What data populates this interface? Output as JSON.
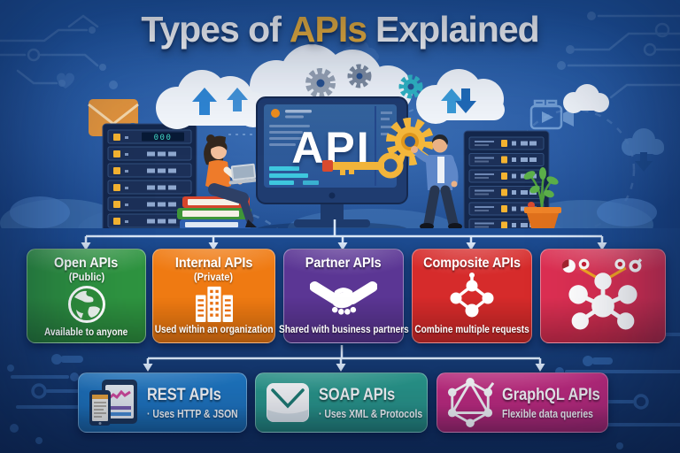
{
  "title": {
    "prefix": "Types of",
    "highlight": "APIs",
    "suffix": "Explained"
  },
  "hero": {
    "monitor_label": "API",
    "server_display": "000"
  },
  "colors": {
    "background_top": "#1f57a4",
    "background_bottom": "#102c5a",
    "title_highlight": "#f2b43a",
    "connector": "#d9e6f6",
    "accent_yellow": "#f2b43a"
  },
  "api_types": [
    {
      "name": "Open APIs",
      "subtitle": "(Public)",
      "description": "Available to anyone",
      "icon": "globe-icon",
      "color": "#2e9440"
    },
    {
      "name": "Internal APIs",
      "subtitle": "(Private)",
      "description": "Used within an organization",
      "icon": "building-icon",
      "color": "#ef7a12"
    },
    {
      "name": "Partner APIs",
      "subtitle": "",
      "description": "Shared with business partners",
      "icon": "handshake-icon",
      "color": "#5b3694"
    },
    {
      "name": "Composite APIs",
      "subtitle": "",
      "description": "Combine multiple requests",
      "icon": "diamond-network-icon",
      "color": "#d62b2b"
    },
    {
      "name": "",
      "subtitle": "",
      "description": "",
      "icon": "network-graph-icon",
      "color": "#dc2f52"
    }
  ],
  "protocols": [
    {
      "name": "REST APIs",
      "description": "· Uses HTTP & JSON",
      "icon": "rest-devices-icon",
      "color": "#1f78c4"
    },
    {
      "name": "SOAP APIs",
      "description": "· Uses XML & Protocols",
      "icon": "soap-envelope-icon",
      "color": "#2a9a8c"
    },
    {
      "name": "GraphQL APIs",
      "description": "Flexible data queries",
      "icon": "graphql-logo-icon",
      "color": "#c62a80"
    }
  ]
}
